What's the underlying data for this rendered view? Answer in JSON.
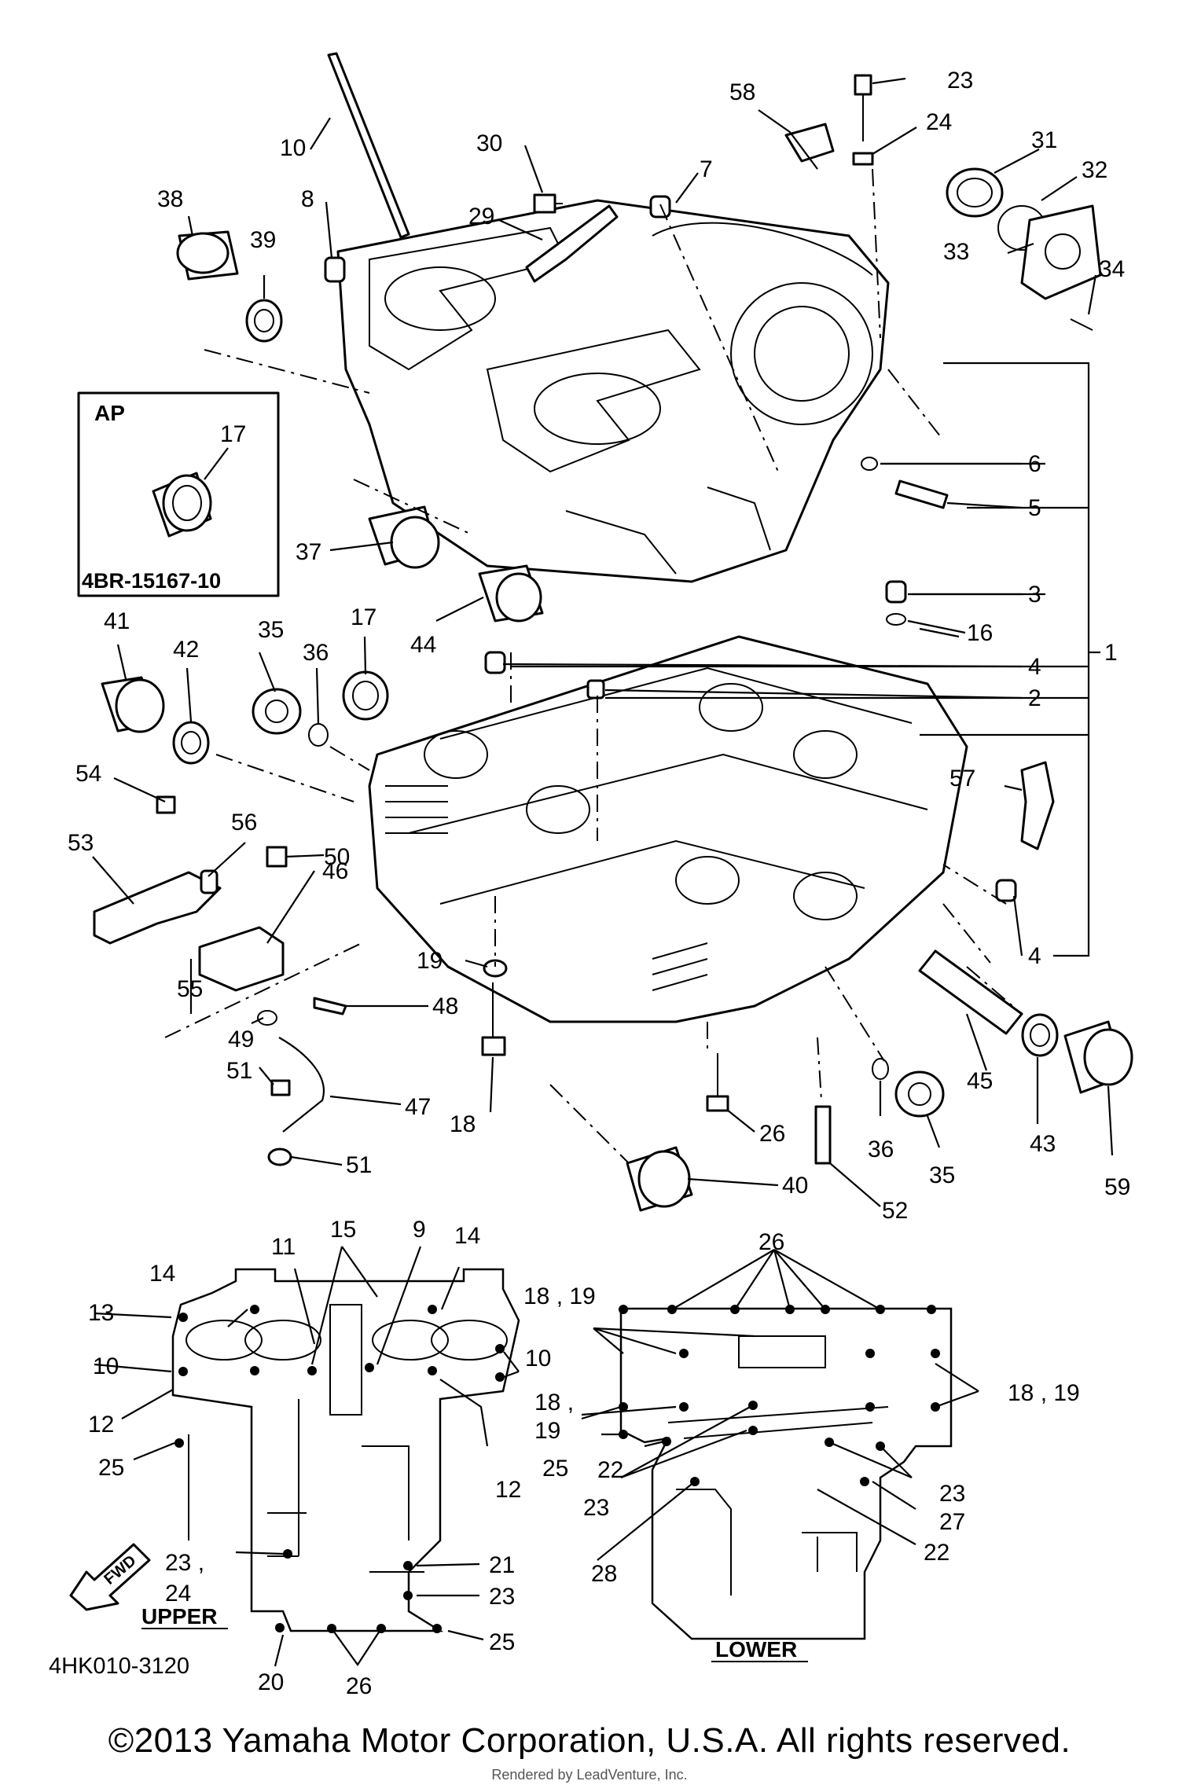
{
  "diagram": {
    "ap_box": {
      "title": "AP",
      "callout": "17",
      "part_number": "4BR-15167-10"
    },
    "drawing_code": "4HK010-3120",
    "upper_label": "UPPER",
    "lower_label": "LOWER",
    "fwd_label": "FWD",
    "copyright": "©2013 Yamaha Motor Corporation, U.S.A. All rights reserved.",
    "watermark": "Rendered by LeadVenture, Inc."
  },
  "callouts": [
    {
      "id": "c1",
      "text": "1"
    },
    {
      "id": "c2",
      "text": "2"
    },
    {
      "id": "c3",
      "text": "3"
    },
    {
      "id": "c4a",
      "text": "4"
    },
    {
      "id": "c4b",
      "text": "4"
    },
    {
      "id": "c5",
      "text": "5"
    },
    {
      "id": "c6",
      "text": "6"
    },
    {
      "id": "c7",
      "text": "7"
    },
    {
      "id": "c8",
      "text": "8"
    },
    {
      "id": "c10",
      "text": "10"
    },
    {
      "id": "c16",
      "text": "16"
    },
    {
      "id": "c17",
      "text": "17"
    },
    {
      "id": "c18",
      "text": "18"
    },
    {
      "id": "c19",
      "text": "19"
    },
    {
      "id": "c23",
      "text": "23"
    },
    {
      "id": "c24",
      "text": "24"
    },
    {
      "id": "c26",
      "text": "26"
    },
    {
      "id": "c29",
      "text": "29"
    },
    {
      "id": "c30",
      "text": "30"
    },
    {
      "id": "c31",
      "text": "31"
    },
    {
      "id": "c32",
      "text": "32"
    },
    {
      "id": "c33",
      "text": "33"
    },
    {
      "id": "c34",
      "text": "34"
    },
    {
      "id": "c35a",
      "text": "35"
    },
    {
      "id": "c35b",
      "text": "35"
    },
    {
      "id": "c36a",
      "text": "36"
    },
    {
      "id": "c36b",
      "text": "36"
    },
    {
      "id": "c37",
      "text": "37"
    },
    {
      "id": "c38",
      "text": "38"
    },
    {
      "id": "c39",
      "text": "39"
    },
    {
      "id": "c40",
      "text": "40"
    },
    {
      "id": "c41",
      "text": "41"
    },
    {
      "id": "c42",
      "text": "42"
    },
    {
      "id": "c43",
      "text": "43"
    },
    {
      "id": "c44",
      "text": "44"
    },
    {
      "id": "c45",
      "text": "45"
    },
    {
      "id": "c46",
      "text": "46"
    },
    {
      "id": "c47",
      "text": "47"
    },
    {
      "id": "c48",
      "text": "48"
    },
    {
      "id": "c49",
      "text": "49"
    },
    {
      "id": "c50",
      "text": "50"
    },
    {
      "id": "c51a",
      "text": "51"
    },
    {
      "id": "c51b",
      "text": "51"
    },
    {
      "id": "c52",
      "text": "52"
    },
    {
      "id": "c53",
      "text": "53"
    },
    {
      "id": "c54",
      "text": "54"
    },
    {
      "id": "c55",
      "text": "55"
    },
    {
      "id": "c56",
      "text": "56"
    },
    {
      "id": "c57",
      "text": "57"
    },
    {
      "id": "c58",
      "text": "58"
    },
    {
      "id": "c59",
      "text": "59"
    },
    {
      "id": "u9",
      "text": "9"
    },
    {
      "id": "u10a",
      "text": "10"
    },
    {
      "id": "u10b",
      "text": "10"
    },
    {
      "id": "u11",
      "text": "11"
    },
    {
      "id": "u12a",
      "text": "12"
    },
    {
      "id": "u12b",
      "text": "12"
    },
    {
      "id": "u13",
      "text": "13"
    },
    {
      "id": "u14a",
      "text": "14"
    },
    {
      "id": "u14b",
      "text": "14"
    },
    {
      "id": "u15",
      "text": "15"
    },
    {
      "id": "u20",
      "text": "20"
    },
    {
      "id": "u21",
      "text": "21"
    },
    {
      "id": "u23a",
      "text": "23"
    },
    {
      "id": "u23b",
      "text": "23 ,"
    },
    {
      "id": "u24",
      "text": "24"
    },
    {
      "id": "u25a",
      "text": "25"
    },
    {
      "id": "u25b",
      "text": "25"
    },
    {
      "id": "u26",
      "text": "26"
    },
    {
      "id": "l1819a",
      "text": "18 , 19"
    },
    {
      "id": "l1819b",
      "text": "18 , 19"
    },
    {
      "id": "l18",
      "text": "18 ,"
    },
    {
      "id": "l19",
      "text": "19"
    },
    {
      "id": "l22a",
      "text": "22"
    },
    {
      "id": "l22b",
      "text": "22"
    },
    {
      "id": "l23a",
      "text": "23"
    },
    {
      "id": "l23b",
      "text": "23"
    },
    {
      "id": "l25",
      "text": "25"
    },
    {
      "id": "l26",
      "text": "26"
    },
    {
      "id": "l27",
      "text": "27"
    },
    {
      "id": "l28",
      "text": "28"
    }
  ]
}
